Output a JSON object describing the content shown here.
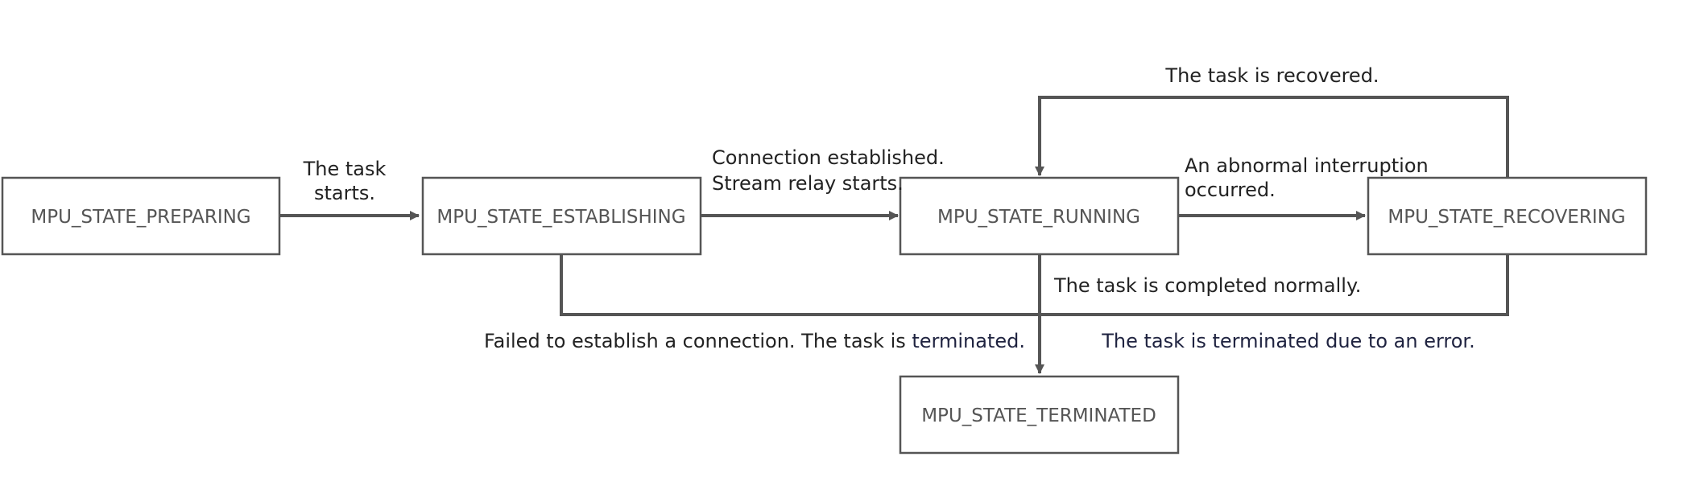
{
  "colors": {
    "line": "#555555",
    "box_border": "#555555",
    "box_fill": "#ffffff",
    "state_text": "#555555",
    "label_text": "#222222",
    "label_text_dark": "#1f2340"
  },
  "states": {
    "preparing": "MPU_STATE_PREPARING",
    "establishing": "MPU_STATE_ESTABLISHING",
    "running": "MPU_STATE_RUNNING",
    "recovering": "MPU_STATE_RECOVERING",
    "terminated": "MPU_STATE_TERMINATED"
  },
  "transitions": {
    "task_starts_line1": "The task",
    "task_starts_line2": "starts.",
    "connection_line1": "Connection established.",
    "connection_line2": "Stream relay starts.",
    "abnormal_line1": "An abnormal interruption",
    "abnormal_line2": "occurred.",
    "recovered": "The task is recovered.",
    "completed_normally": "The task is completed normally.",
    "failed_connection_prefix": "Failed to establish a connection. The task is ",
    "failed_connection_emphasis": "terminated.",
    "terminated_error": "The task is terminated due to an error."
  }
}
